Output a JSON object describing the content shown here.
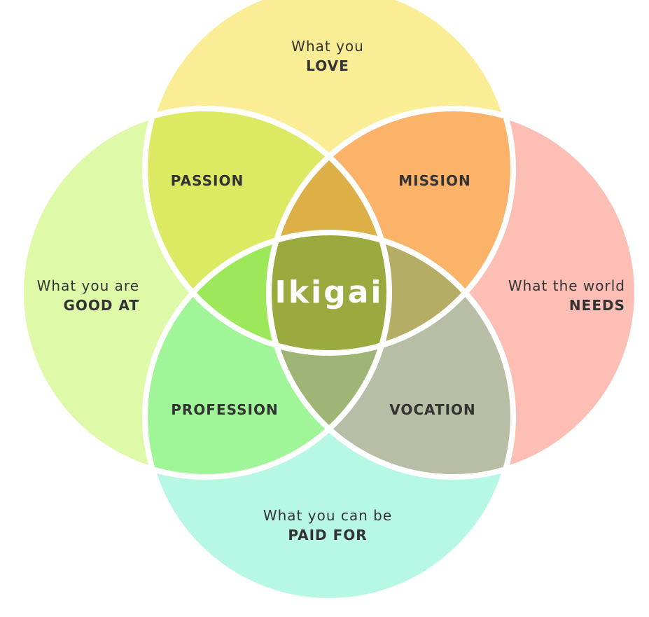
{
  "title": "Ikigai",
  "circles": {
    "love": {
      "line1": "What you",
      "line2": "LOVE",
      "color": "#fbed96"
    },
    "good_at": {
      "line1": "What you are",
      "line2": "GOOD AT",
      "color": "#def9a8"
    },
    "needs": {
      "line1": "What the world",
      "line2": "NEEDS",
      "color": "#fdbfb5"
    },
    "paid": {
      "line1": "What you can be",
      "line2": "PAID FOR",
      "color": "#b7f8e4"
    }
  },
  "overlaps": {
    "passion": {
      "label": "PASSION",
      "color": "#dbe963"
    },
    "mission": {
      "label": "MISSION",
      "color": "#fbb36a"
    },
    "profession": {
      "label": "PROFESSION",
      "color": "#a0f599"
    },
    "vocation": {
      "label": "VOCATION",
      "color": "#b8bda6"
    }
  },
  "triples": {
    "top": "#dcb047",
    "left": "#9de85a",
    "right": "#b5ad65",
    "bottom": "#9fb575",
    "center": "#9aaa3e"
  }
}
